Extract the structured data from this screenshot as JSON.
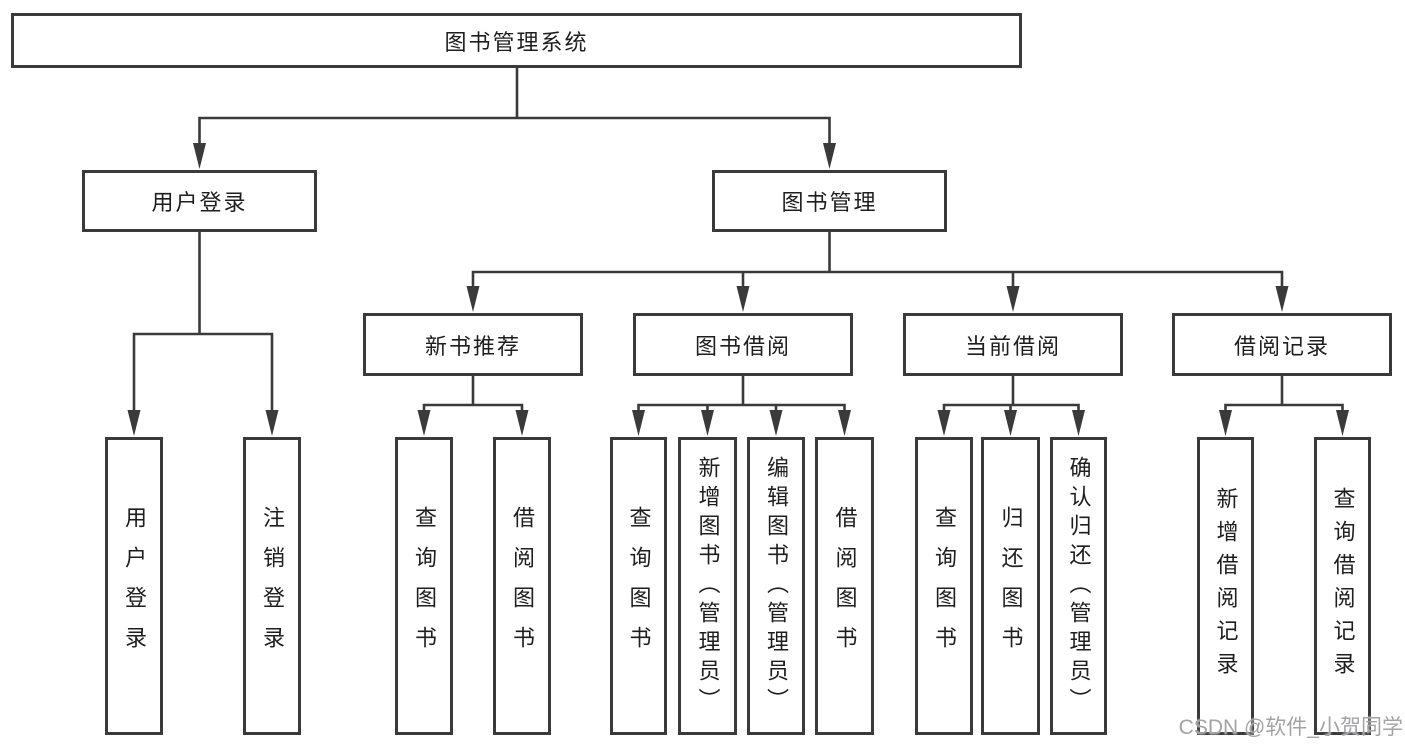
{
  "colors": {
    "line": "#3a3a3a",
    "text": "#1e1e1e",
    "watermark": "#a3a3a6",
    "background": "#ffffff"
  },
  "tree": {
    "root": {
      "label": "图书管理系统",
      "children": [
        {
          "label": "用户登录",
          "children": [
            {
              "label": "用户登录"
            },
            {
              "label": "注销登录"
            }
          ]
        },
        {
          "label": "图书管理",
          "children": [
            {
              "label": "新书推荐",
              "children": [
                {
                  "label": "查询图书"
                },
                {
                  "label": "借阅图书"
                }
              ]
            },
            {
              "label": "图书借阅",
              "children": [
                {
                  "label": "查询图书"
                },
                {
                  "label": "新增图书（管理员）"
                },
                {
                  "label": "编辑图书（管理员）"
                },
                {
                  "label": "借阅图书"
                }
              ]
            },
            {
              "label": "当前借阅",
              "children": [
                {
                  "label": "查询图书"
                },
                {
                  "label": "归还图书"
                },
                {
                  "label": "确认归还（管理员）"
                }
              ]
            },
            {
              "label": "借阅记录",
              "children": [
                {
                  "label": "新增借阅记录"
                },
                {
                  "label": "查询借阅记录"
                }
              ]
            }
          ]
        }
      ]
    }
  },
  "watermark": {
    "text": "CSDN @软件_小贺同学"
  }
}
